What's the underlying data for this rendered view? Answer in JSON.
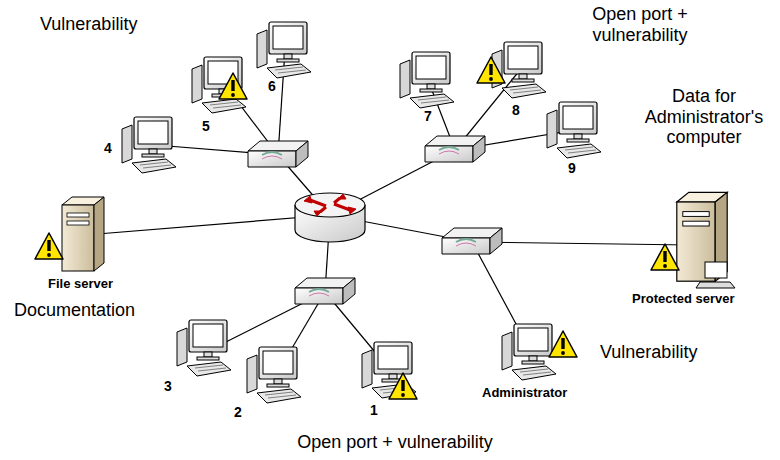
{
  "diagram": {
    "labels": [
      "Vulnerability",
      "6",
      "5",
      "4",
      "7",
      "8",
      "9",
      "Open port + vulnerability",
      "Data for Administrator's computer",
      "File server",
      "Documentation",
      "Protected server",
      "3",
      "2",
      "1",
      "Vulnerability",
      "Administrator",
      "Open port + vulnerability"
    ]
  }
}
